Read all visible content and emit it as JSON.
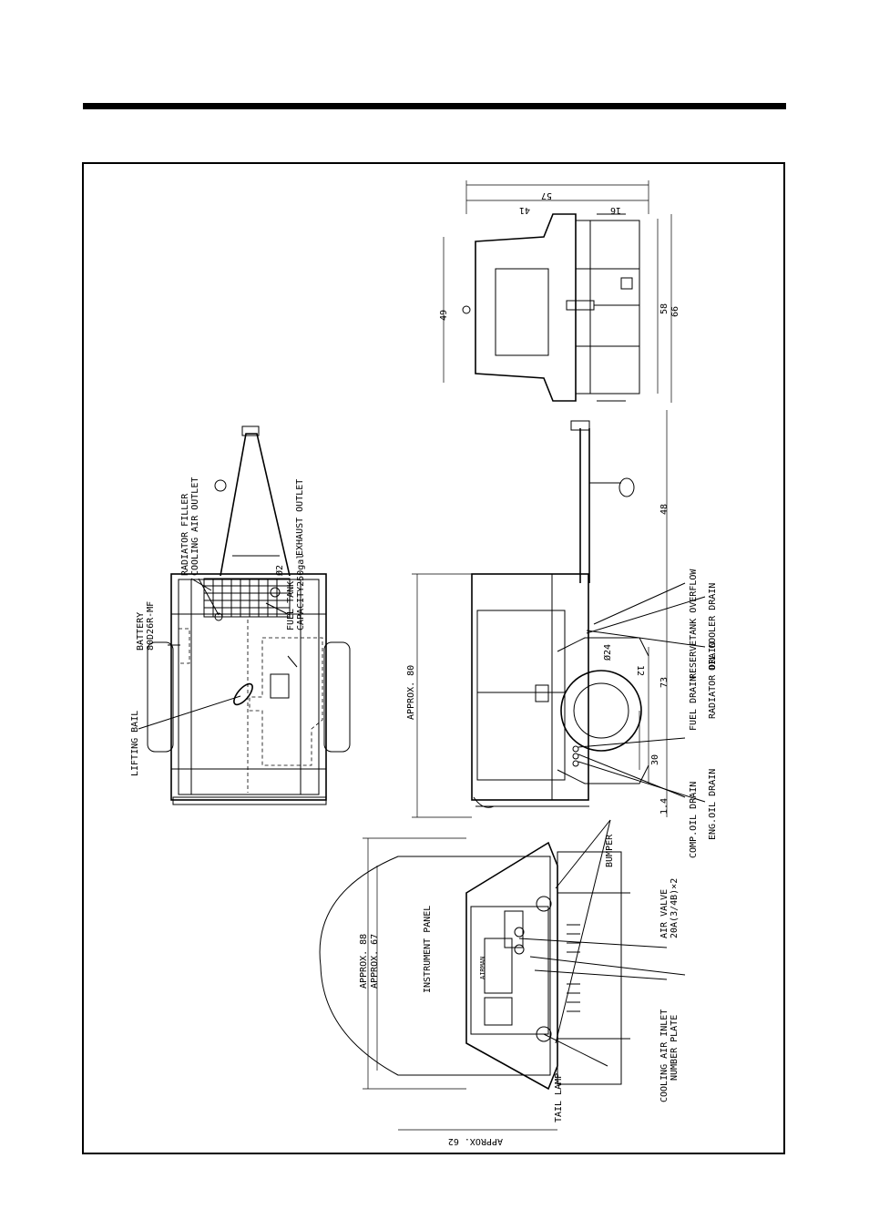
{
  "labels": {
    "lifting_bail": "LIFTING BAIL",
    "battery_l1": "BATTERY",
    "battery_l2": "80D26R-MF",
    "radiator_filler": "RADIATOR FILLER",
    "cooling_air_outlet": "COOLING AIR OUTLET",
    "exhaust_outlet": "EXHAUST OUTLET",
    "fuel_tank_l1": "FUEL TANK",
    "fuel_tank_l2": "CAPACITY250gal",
    "phi2": "Ø2",
    "reservetank_overflow": "RESERVETANK OVERFLOW",
    "oil_cooler_drain": "OIL COOLER DRAIN",
    "radiator_drain": "RADIATOR DRAIN",
    "fuel_drain": "FUEL DRAIN",
    "comp_oil_drain": "COMP.OIL DRAIN",
    "eng_oil_drain": "ENG.OIL DRAIN",
    "bumper": "BUMPER",
    "instrument_panel": "INSTRUMENT PANEL",
    "air_valve_l1": "AIR VALVE",
    "air_valve_l2": "20A(3/4B)×2",
    "cooling_air_inlet": "COOLING AIR INLET",
    "number_plate": "NUMBER PLATE",
    "tail_lamp": "TAIL LAMP",
    "brand": "AIRMAN"
  },
  "dimensions": {
    "approx_80": "APPROX. 80",
    "approx_88": "APPROX. 88",
    "approx_67": "APPROX. 67",
    "approx_62": "APPROX. 62",
    "d57": "57",
    "d41": "41",
    "d16": "16",
    "d49": "49",
    "d58": "58",
    "d66": "66",
    "d48": "48",
    "d73": "73",
    "d30": "30",
    "d1_4": "1.4",
    "d12": "12",
    "phi24": "Ø24"
  }
}
